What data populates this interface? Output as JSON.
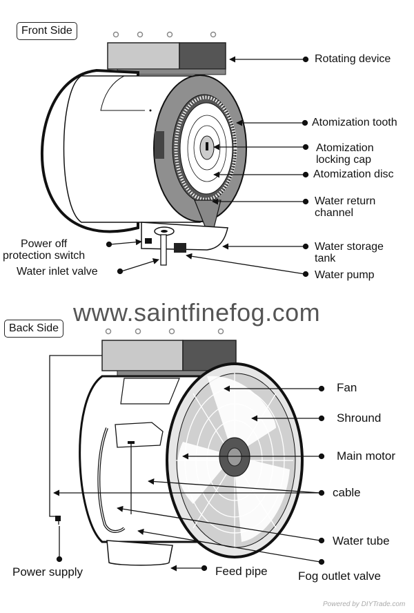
{
  "front": {
    "tag": "Front Side",
    "labels": {
      "rotating_device": "Rotating device",
      "atomization_tooth": "Atomization tooth",
      "locking_cap_1": "Atomization",
      "locking_cap_2": "locking cap",
      "atomization_disc": "Atomization disc",
      "water_return_1": "Water return",
      "water_return_2": "channel",
      "power_off_1": "Power off",
      "power_off_2": "protection switch",
      "water_storage_1": "Water storage",
      "water_storage_2": "tank",
      "water_inlet": "Water inlet valve",
      "water_pump": "Water pump"
    }
  },
  "watermark": "www.saintfinefog.com",
  "back": {
    "tag": "Back Side",
    "labels": {
      "fan": "Fan",
      "shround": "Shround",
      "main_motor": "Main motor",
      "cable": "cable",
      "water_tube": "Water tube",
      "power_supply": "Power supply",
      "feed_pipe": "Feed pipe",
      "fog_outlet": "Fog outlet valve"
    }
  },
  "credit": "Powered by DIYTrade.com",
  "colors": {
    "ink": "#111111",
    "dark_gray": "#555555",
    "mid_gray": "#9a9a9a",
    "light_gray": "#d8d8d8"
  }
}
